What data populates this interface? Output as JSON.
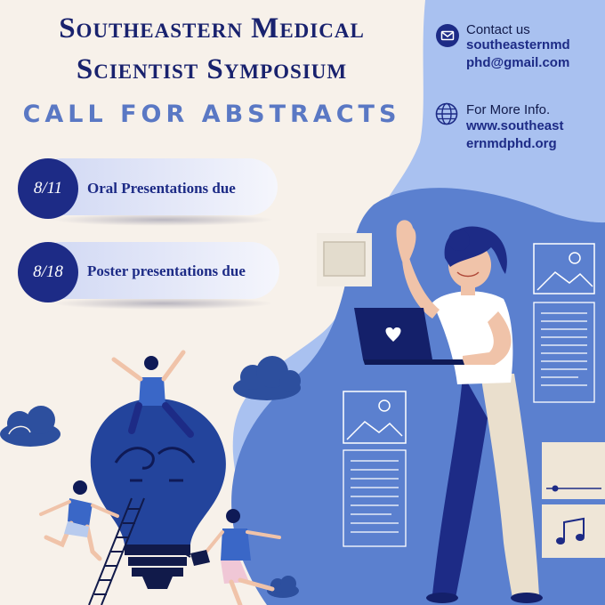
{
  "header": {
    "title_line1": "Southeastern Medical",
    "title_line2": "Scientist Symposium",
    "subtitle": "CALL FOR ABSTRACTS"
  },
  "contact": {
    "heading": "Contact us",
    "email_line1": "southeasternmd",
    "email_line2": "phd@gmail.com",
    "icon": "mail-icon"
  },
  "more_info": {
    "heading": "For More Info.",
    "url_line1": "www.southeast",
    "url_line2": "ernmdphd.org",
    "icon": "globe-icon"
  },
  "deadlines": [
    {
      "date": "8/11",
      "label": "Oral Presentations due"
    },
    {
      "date": "8/18",
      "label": "Poster presentations due"
    }
  ],
  "colors": {
    "navy": "#1d2b86",
    "title_navy": "#19226e",
    "accent_blue": "#5a78c4",
    "light_blue": "#a9c1f0",
    "mid_blue": "#5b80cf",
    "cream": "#f7f1ea"
  }
}
